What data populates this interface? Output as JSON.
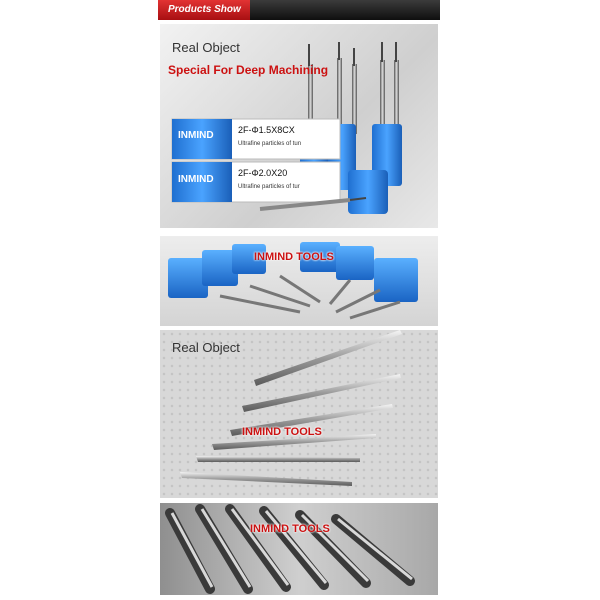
{
  "header": {
    "title": "Products Show"
  },
  "panel1": {
    "label_real": "Real Object",
    "label_special": "Special For Deep Machining",
    "box1": {
      "brand": "INMIND",
      "spec": "2F-Φ1.5X8CX",
      "sub": "Ultrafine particles of tun"
    },
    "box2": {
      "brand": "INMIND",
      "spec": "2F-Φ2.0X20",
      "sub": "Ultrafine particles of tur"
    }
  },
  "panel2": {
    "brand": "INMIND TOOLS"
  },
  "panel3": {
    "label_real": "Real Object",
    "brand": "INMIND TOOLS"
  },
  "panel4": {
    "brand": "INMIND TOOLS"
  },
  "colors": {
    "accent_red": "#cc1111",
    "holder_blue": "#2f8ef0",
    "header_dark": "#1a1a1a"
  }
}
